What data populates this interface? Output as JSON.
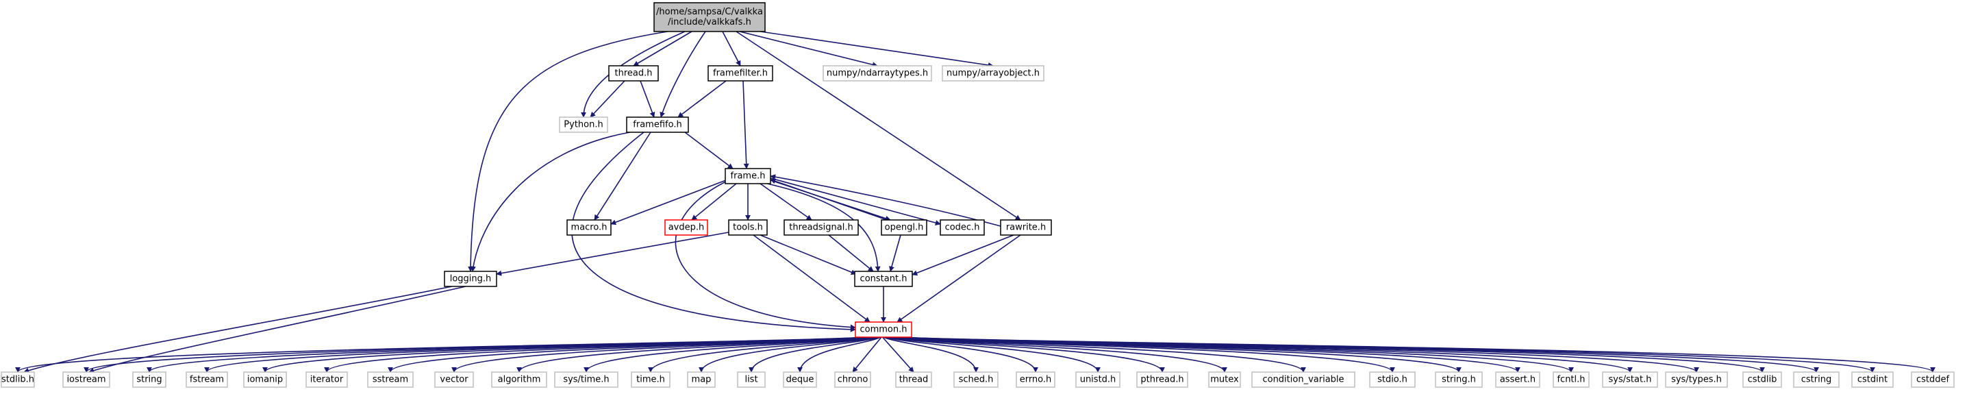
{
  "colors": {
    "edge": "#191970",
    "node_border": "#000000",
    "node_border_missing": "#bfbfbf",
    "node_border_flagged": "#ff0000",
    "node_fill": "#ffffff",
    "root_fill": "#bfbfbf",
    "text": "#000000"
  },
  "nodes": {
    "root": {
      "label1": "/home/sampsa/C/valkka",
      "label2": "/include/valkkafs.h"
    },
    "thread_h": {
      "label": "thread.h"
    },
    "framefilter_h": {
      "label": "framefilter.h"
    },
    "numpy_ndarraytypes_h": {
      "label": "numpy/ndarraytypes.h"
    },
    "numpy_arrayobject_h": {
      "label": "numpy/arrayobject.h"
    },
    "python_h": {
      "label": "Python.h"
    },
    "framefifo_h": {
      "label": "framefifo.h"
    },
    "frame_h": {
      "label": "frame.h"
    },
    "macro_h": {
      "label": "macro.h"
    },
    "avdep_h": {
      "label": "avdep.h"
    },
    "tools_h": {
      "label": "tools.h"
    },
    "threadsignal_h": {
      "label": "threadsignal.h"
    },
    "opengl_h": {
      "label": "opengl.h"
    },
    "codec_h": {
      "label": "codec.h"
    },
    "rawrite_h": {
      "label": "rawrite.h"
    },
    "logging_h": {
      "label": "logging.h"
    },
    "constant_h": {
      "label": "constant.h"
    },
    "common_h": {
      "label": "common.h"
    },
    "system_headers": [
      "stdlib.h",
      "iostream",
      "string",
      "fstream",
      "iomanip",
      "iterator",
      "sstream",
      "vector",
      "algorithm",
      "sys/time.h",
      "time.h",
      "map",
      "list",
      "deque",
      "chrono",
      "thread",
      "sched.h",
      "errno.h",
      "unistd.h",
      "pthread.h",
      "mutex",
      "condition_variable",
      "stdio.h",
      "string.h",
      "assert.h",
      "fcntl.h",
      "sys/stat.h",
      "sys/types.h",
      "cstdlib",
      "cstring",
      "cstdint",
      "cstddef"
    ]
  }
}
